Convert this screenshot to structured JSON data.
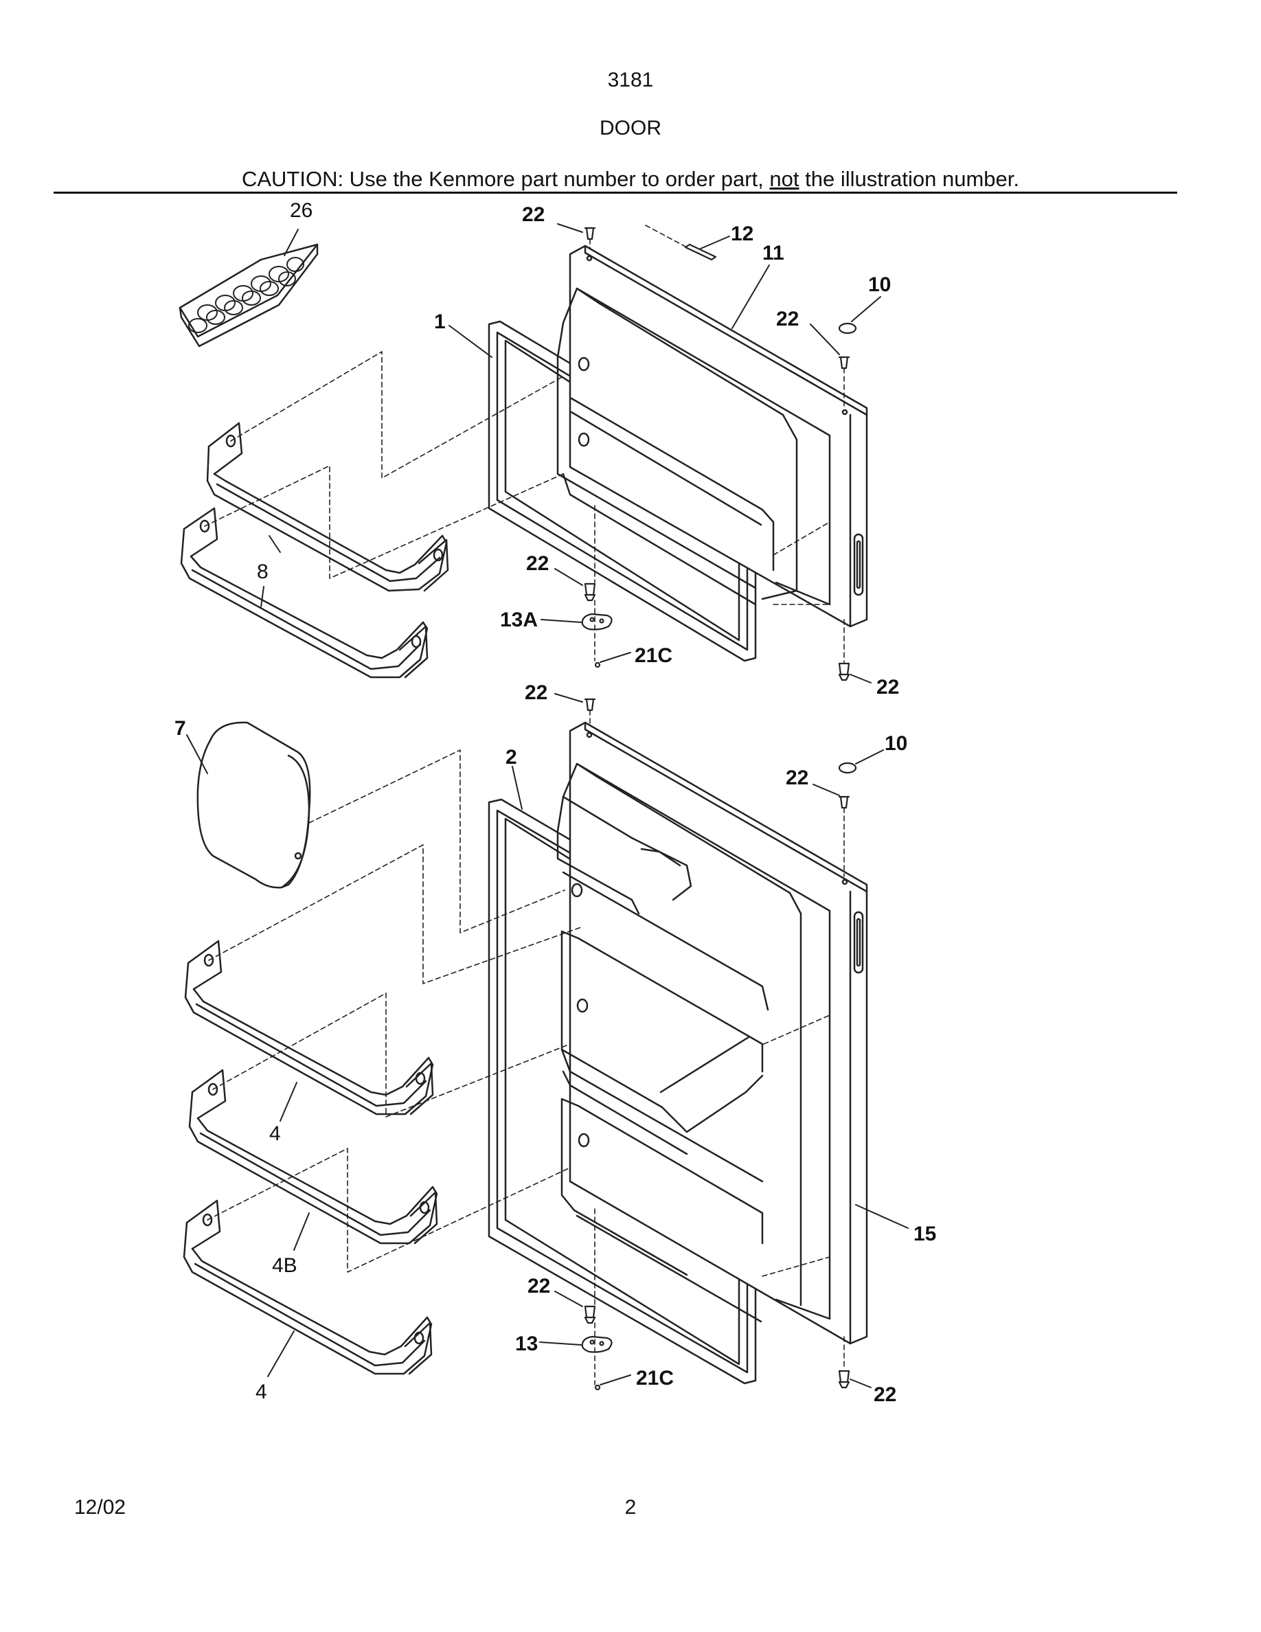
{
  "header": {
    "model": "3181",
    "section": "DOOR",
    "caution_prefix": "CAUTION: Use the Kenmore part number to order part,",
    "caution_emphasis": "not",
    "caution_suffix": "the illustration number."
  },
  "footer": {
    "date": "12/02",
    "page": "2"
  },
  "callouts": {
    "c26": "26",
    "c22_top": "22",
    "c12": "12",
    "c11": "11",
    "c10_upper": "10",
    "c22_upper_right": "22",
    "c1": "1",
    "c8": "8",
    "c22_upper_hinge": "22",
    "c13A": "13A",
    "c21C_upper": "21C",
    "c22_upper_bottom": "22",
    "c22_mid": "22",
    "c7": "7",
    "c2": "2",
    "c10_lower": "10",
    "c22_lower_right": "22",
    "c4_upper": "4",
    "c4B": "4B",
    "c15": "15",
    "c22_lower_hinge": "22",
    "c13": "13",
    "c21C_lower": "21C",
    "c4_lower": "4",
    "c22_lower_bottom": "22"
  }
}
